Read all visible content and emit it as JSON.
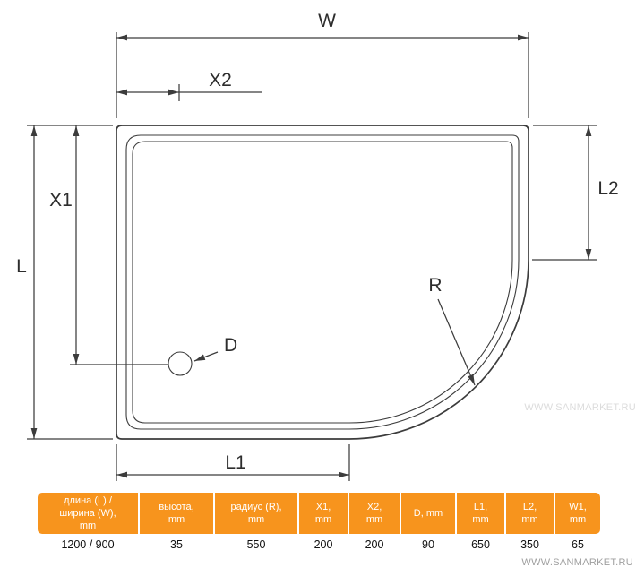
{
  "diagram": {
    "line_color": "#3c3c3c",
    "labels": {
      "w": "W",
      "x2": "X2",
      "x1": "X1",
      "l": "L",
      "l2": "L2",
      "r": "R",
      "d": "D",
      "l1": "L1"
    }
  },
  "table": {
    "header_bg": "#f7941d",
    "columns": [
      {
        "header": "длина (L) /\nширина (W),\nmm",
        "value": "1200 / 900"
      },
      {
        "header": "высота,\nmm",
        "value": "35"
      },
      {
        "header": "радиус (R),\nmm",
        "value": "550"
      },
      {
        "header": "X1,\nmm",
        "value": "200"
      },
      {
        "header": "X2,\nmm",
        "value": "200"
      },
      {
        "header": "D, mm",
        "value": "90"
      },
      {
        "header": "L1,\nmm",
        "value": "650"
      },
      {
        "header": "L2,\nmm",
        "value": "350"
      },
      {
        "header": "W1,\nmm",
        "value": "65"
      }
    ]
  },
  "watermark": {
    "mid": "WWW.SANMARKET.RU",
    "bottom": "WWW.SANMARKET.RU"
  }
}
